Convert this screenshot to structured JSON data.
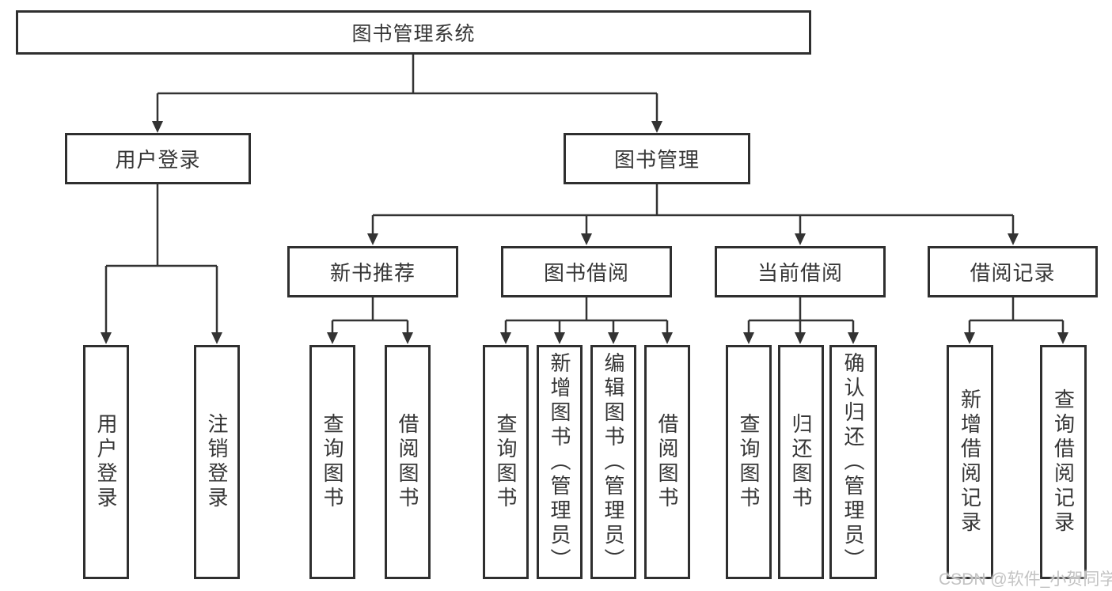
{
  "colors": {
    "line": "#333333",
    "box_border": "#2f2f2f",
    "text": "#363636",
    "watermark": "#c3c3c3",
    "background": "#ffffff"
  },
  "watermark": {
    "text": "CSDN @软件_小贺同学"
  },
  "tree": {
    "root": {
      "label": "图书管理系统",
      "children": [
        {
          "label": "用户登录",
          "children": [
            {
              "label": "用户登录"
            },
            {
              "label": "注销登录"
            }
          ]
        },
        {
          "label": "图书管理",
          "children": [
            {
              "label": "新书推荐",
              "children": [
                {
                  "label": "查询图书"
                },
                {
                  "label": "借阅图书"
                }
              ]
            },
            {
              "label": "图书借阅",
              "children": [
                {
                  "label": "查询图书"
                },
                {
                  "label": "新增图书（管理员）"
                },
                {
                  "label": "编辑图书（管理员）"
                },
                {
                  "label": "借阅图书"
                }
              ]
            },
            {
              "label": "当前借阅",
              "children": [
                {
                  "label": "查询图书"
                },
                {
                  "label": "归还图书"
                },
                {
                  "label": "确认归还（管理员）"
                }
              ]
            },
            {
              "label": "借阅记录",
              "children": [
                {
                  "label": "新增借阅记录"
                },
                {
                  "label": "查询借阅记录"
                }
              ]
            }
          ]
        }
      ]
    }
  }
}
